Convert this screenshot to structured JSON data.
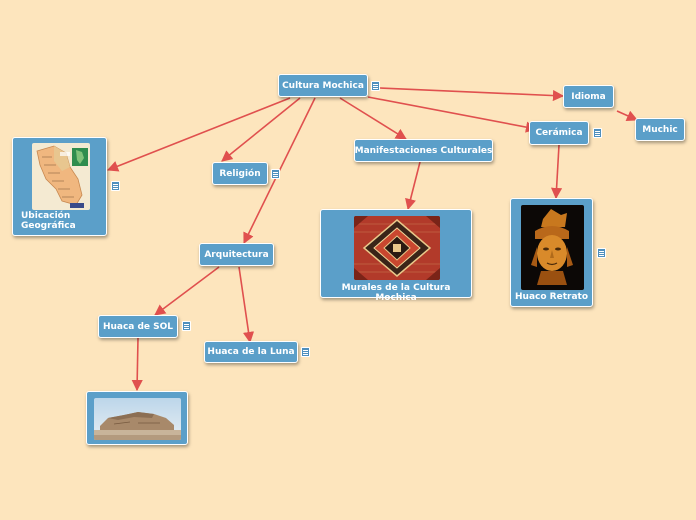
{
  "nodes": {
    "root": "Cultura Mochica",
    "idioma": "Idioma",
    "muchic": "Muchic",
    "ceramica": "Cerámica",
    "manifestaciones": "Manifestaciones Culturales",
    "religion": "Religión",
    "arquitectura": "Arquitectura",
    "huaca_sol": "Huaca de SOL",
    "huaca_luna": "Huaca de la Luna",
    "ubicacion": "Ubicación\nGeográfica",
    "murales": "Murales de la Cultura Mochica",
    "huaco": "Huaco Retrato"
  },
  "colors": {
    "background": "#fde5bd",
    "node_fill": "#5b9fc9",
    "node_border": "#ffffff",
    "edge": "#e0504e"
  },
  "icons": {
    "note": "note-icon"
  }
}
